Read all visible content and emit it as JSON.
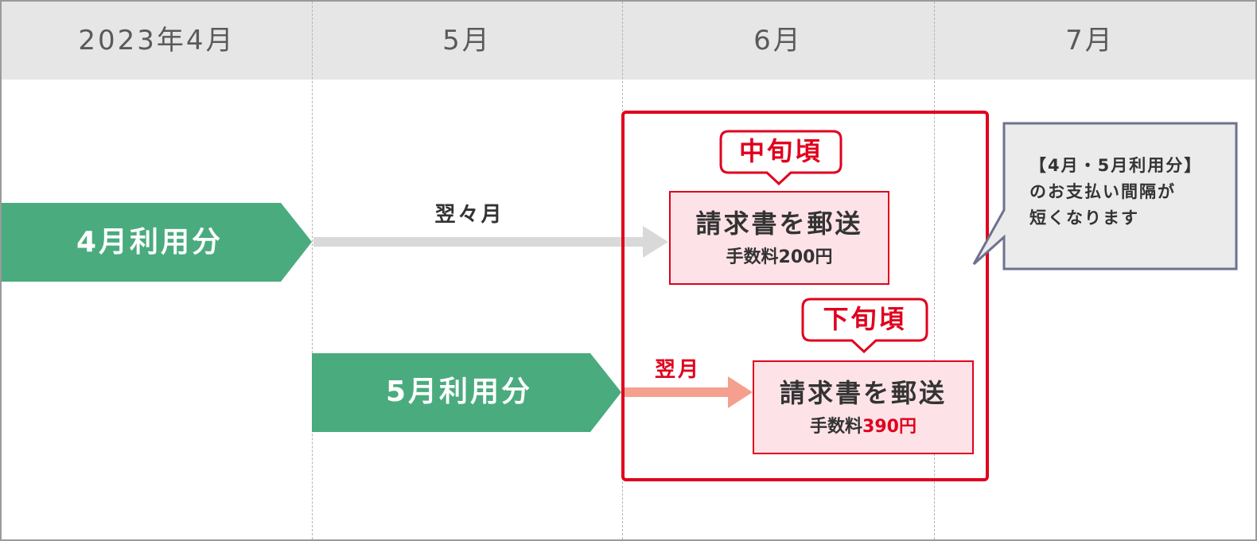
{
  "months": [
    "2023年4月",
    "5月",
    "6月",
    "7月"
  ],
  "usage_april": {
    "label": "4月利用分"
  },
  "usage_may": {
    "label": "5月利用分"
  },
  "arrow_april": {
    "label": "翌々月"
  },
  "arrow_may": {
    "label": "翌月"
  },
  "tag_mid": {
    "label": "中旬頃"
  },
  "tag_late": {
    "label": "下旬頃"
  },
  "box_mid": {
    "title": "請求書を郵送",
    "fee_prefix": "手数料",
    "fee_amount": "200円"
  },
  "box_late": {
    "title": "請求書を郵送",
    "fee_prefix": "手数料",
    "fee_amount": "390円"
  },
  "note": {
    "lines": [
      "【4月・5月利用分】",
      "のお支払い間隔が",
      "短くなります"
    ]
  },
  "colors": {
    "green": "#4aab7e",
    "red": "#e0001d",
    "salmon": "#f5a08e",
    "gray_arrow": "#d9d9d9",
    "pink_box": "#fde3e8",
    "note_border": "#6e7190",
    "note_fill": "#ebebeb",
    "header": "#e6e6e6"
  }
}
